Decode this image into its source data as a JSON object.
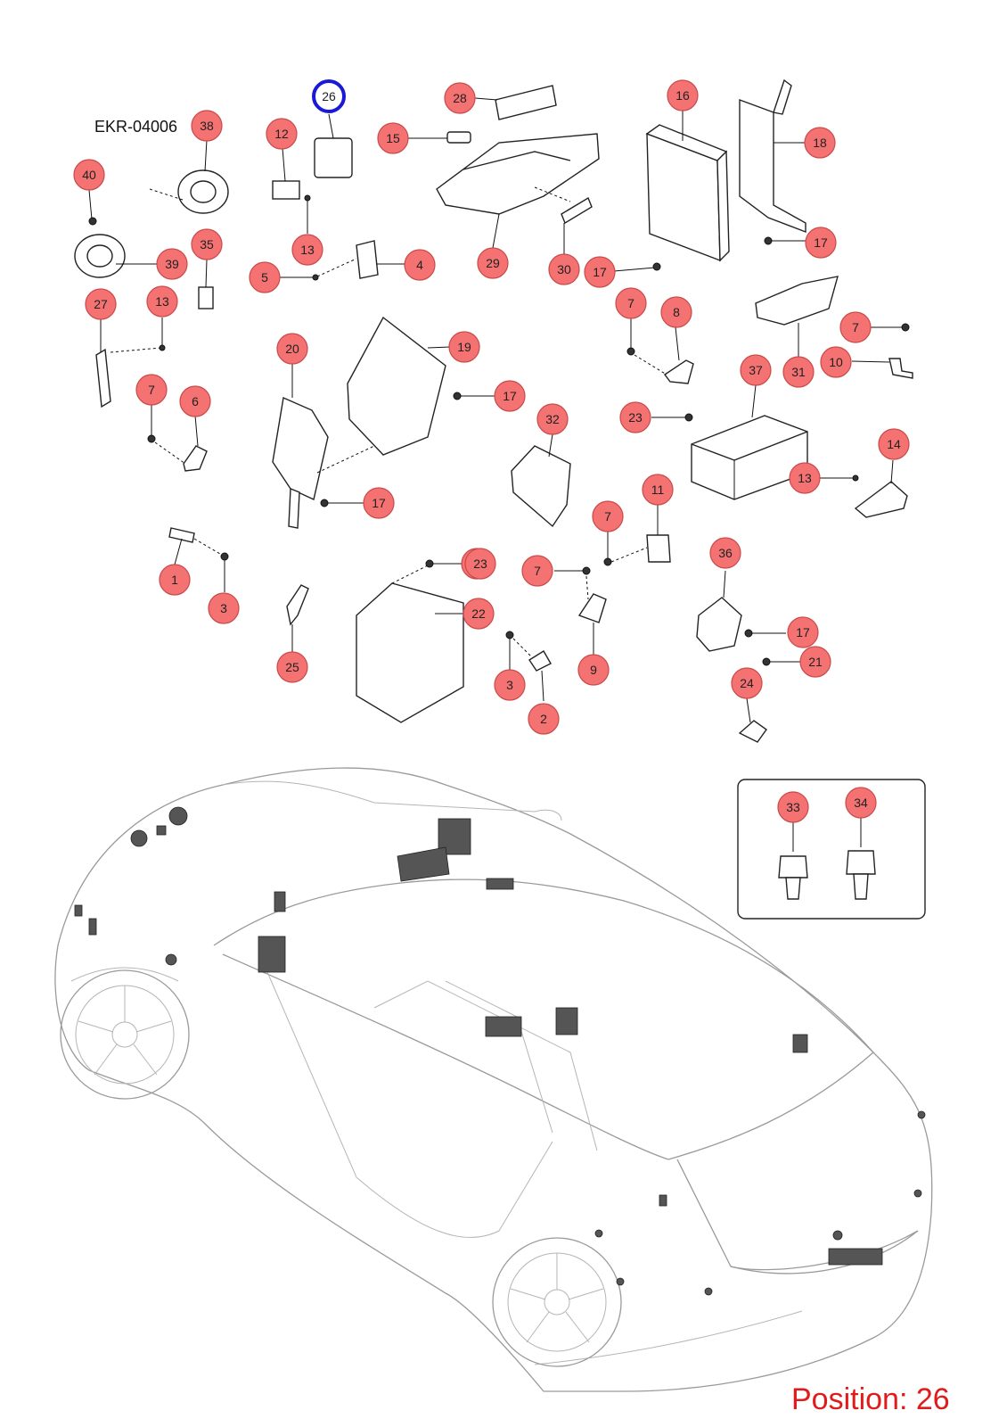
{
  "diagram_code": "EKR-04006",
  "position_label": "Position: 26",
  "selected_callout": "26",
  "colors": {
    "callout_fill": "#f47272",
    "callout_stroke": "#c94a4a",
    "selected_stroke": "#1a1ad6",
    "position_text": "#e11b1b",
    "car_outline": "#9a9a9a"
  },
  "callouts": [
    "1",
    "2",
    "3",
    "3",
    "4",
    "5",
    "6",
    "7",
    "7",
    "7",
    "7",
    "7",
    "8",
    "9",
    "10",
    "11",
    "12",
    "13",
    "13",
    "13",
    "14",
    "15",
    "16",
    "17",
    "17",
    "17",
    "17",
    "17",
    "17",
    "18",
    "19",
    "20",
    "21",
    "22",
    "23",
    "23",
    "24",
    "25",
    "26",
    "27",
    "28",
    "29",
    "30",
    "31",
    "32",
    "33",
    "34",
    "35",
    "36",
    "37",
    "38",
    "39",
    "40"
  ]
}
